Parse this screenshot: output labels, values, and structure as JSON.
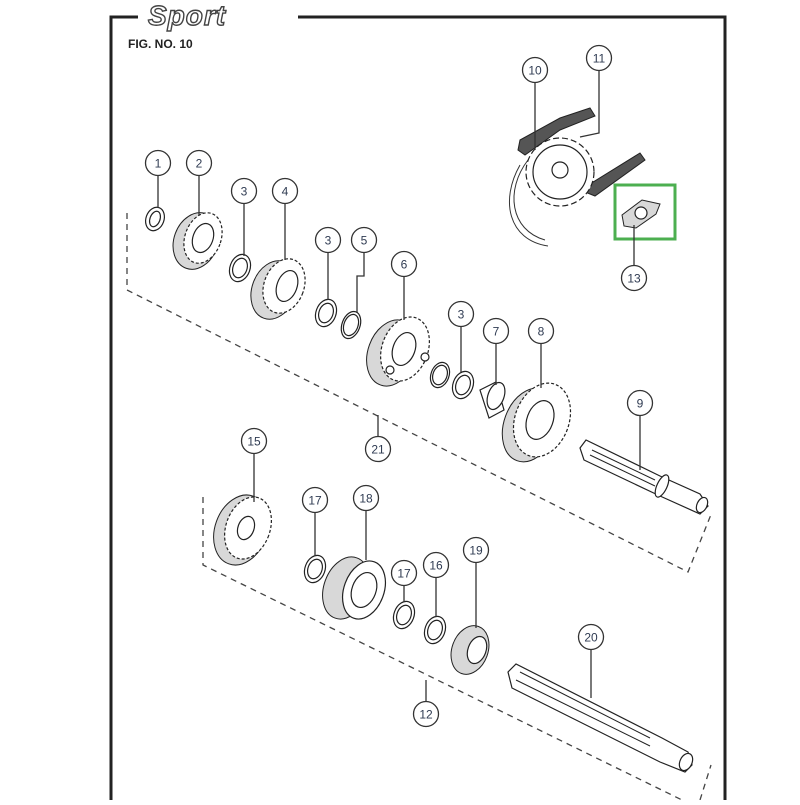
{
  "header": {
    "logo_text": "Sport",
    "figure_label": "FIG. NO. 10"
  },
  "highlight": {
    "color": "#4caf50",
    "part_number": "13"
  },
  "callouts": [
    {
      "id": "1",
      "part": "thrust-washer"
    },
    {
      "id": "2",
      "part": "gear"
    },
    {
      "id": "3",
      "part": "thrust-washer"
    },
    {
      "id": "4",
      "part": "gear"
    },
    {
      "id": "3",
      "part": "thrust-washer"
    },
    {
      "id": "5",
      "part": "circlip"
    },
    {
      "id": "6",
      "part": "gear"
    },
    {
      "id": "3",
      "part": "thrust-washer"
    },
    {
      "id": "7",
      "part": "bushing"
    },
    {
      "id": "8",
      "part": "gear"
    },
    {
      "id": "9",
      "part": "main-shaft"
    },
    {
      "id": "10",
      "part": "drive-chain"
    },
    {
      "id": "11",
      "part": "drive-sprocket"
    },
    {
      "id": "13",
      "part": "sprocket-plate"
    },
    {
      "id": "21",
      "part": "main-shaft-assembly"
    },
    {
      "id": "15",
      "part": "gear"
    },
    {
      "id": "17",
      "part": "thrust-washer"
    },
    {
      "id": "18",
      "part": "gear"
    },
    {
      "id": "17",
      "part": "thrust-washer"
    },
    {
      "id": "16",
      "part": "circlip"
    },
    {
      "id": "19",
      "part": "gear"
    },
    {
      "id": "20",
      "part": "counter-shaft"
    },
    {
      "id": "12",
      "part": "counter-shaft-assembly"
    }
  ]
}
